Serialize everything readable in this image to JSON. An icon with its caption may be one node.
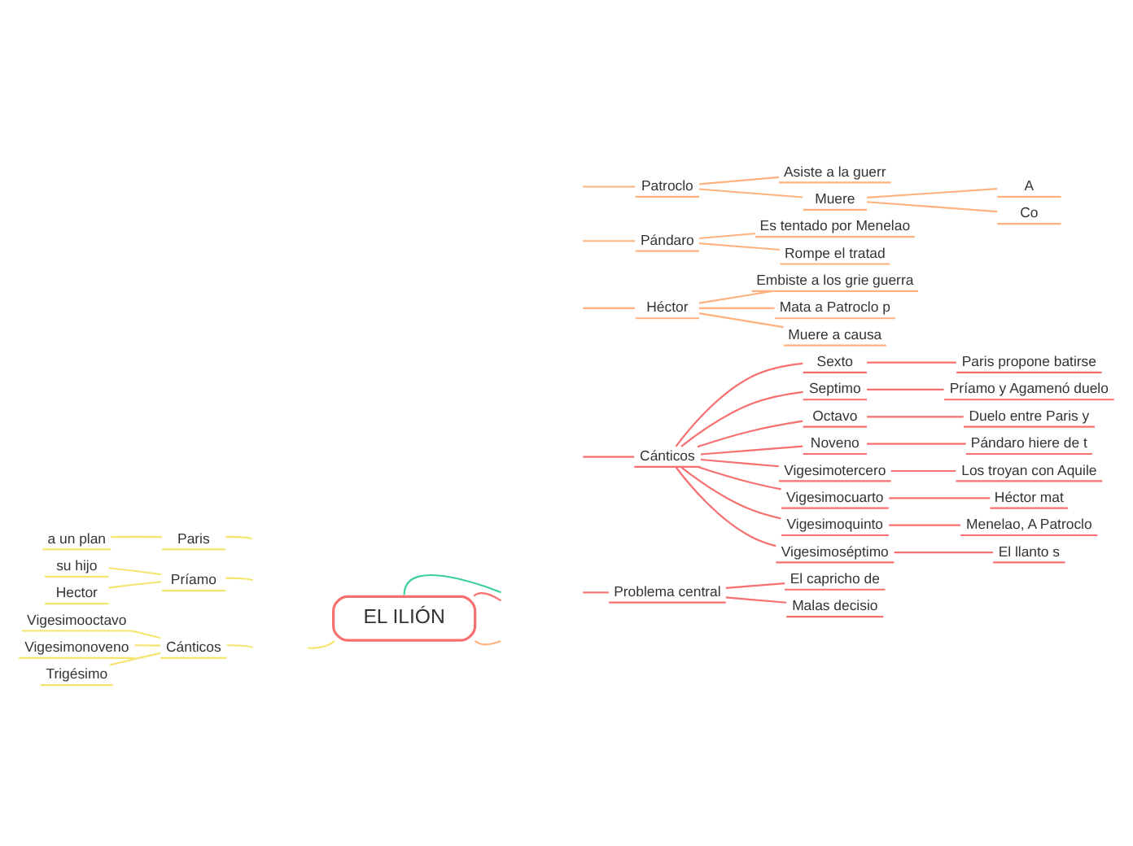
{
  "diagram": {
    "nodes": [
      {
        "text": [
          "EL ILIÓN"
        ]
      },
      {
        "text": [
          "Problema central"
        ]
      },
      {
        "text": [
          "El capricho de"
        ]
      },
      {
        "text": [
          "Malas decisio"
        ]
      },
      {
        "text": [
          "Cánticos"
        ]
      },
      {
        "text": [
          "Sexto"
        ]
      },
      {
        "text": [
          "Paris propone batirse"
        ]
      },
      {
        "text": [
          "Septimo"
        ]
      },
      {
        "text": [
          "Príamo y Agamenó duelo"
        ]
      },
      {
        "text": [
          "Octavo"
        ]
      },
      {
        "text": [
          "Duelo entre Paris y"
        ]
      },
      {
        "text": [
          "Noveno"
        ]
      },
      {
        "text": [
          "Pándaro hiere de t"
        ]
      },
      {
        "text": [
          "Vigesimotercero"
        ]
      },
      {
        "text": [
          "Los troyan con Aquile"
        ]
      },
      {
        "text": [
          "Vigesimocuarto"
        ]
      },
      {
        "text": [
          "Héctor mat"
        ]
      },
      {
        "text": [
          "Vigesimoquinto"
        ]
      },
      {
        "text": [
          "Menelao, A Patroclo"
        ]
      },
      {
        "text": [
          "Vigesimoséptimo"
        ]
      },
      {
        "text": [
          "El llanto s"
        ]
      },
      {
        "text": [
          "Héctor"
        ]
      },
      {
        "text": [
          "Embiste a los grie guerra"
        ]
      },
      {
        "text": [
          "Mata a Patroclo p"
        ]
      },
      {
        "text": [
          "Muere a causa"
        ]
      },
      {
        "text": [
          "Pándaro"
        ]
      },
      {
        "text": [
          "Es tentado por Menelao"
        ]
      },
      {
        "text": [
          "Rompe el tratad"
        ]
      },
      {
        "text": [
          "Patroclo"
        ]
      },
      {
        "text": [
          "Asiste a la guerr"
        ]
      },
      {
        "text": [
          "Muere"
        ]
      },
      {
        "text": [
          "A"
        ]
      },
      {
        "text": [
          "Co"
        ]
      },
      {
        "text": [
          "Cánticos"
        ]
      },
      {
        "text": [
          "Vigesimooctavo"
        ]
      },
      {
        "text": [
          "Vigesimonoveno"
        ]
      },
      {
        "text": [
          "Trigésimo"
        ]
      },
      {
        "text": [
          "Príamo"
        ]
      },
      {
        "text": [
          "su hijo"
        ]
      },
      {
        "text": [
          "Hector"
        ]
      },
      {
        "text": [
          "Paris"
        ]
      },
      {
        "text": [
          "a un plan"
        ]
      }
    ],
    "edges": [
      {
        "from": 0,
        "to": null,
        "arrow": "none",
        "color": "#3ccf9b"
      },
      {
        "from": 0,
        "to": null,
        "arrow": "none"
      },
      {
        "from": 0,
        "to": null,
        "arrow": "none",
        "color": "#f5e46e"
      },
      {
        "from": 0,
        "to": null,
        "arrow": "none",
        "color": "#ffb27d"
      },
      {
        "from": null,
        "to": 1,
        "arrow": "none"
      },
      {
        "from": 1,
        "to": 2,
        "arrow": "none"
      },
      {
        "from": 1,
        "to": 3,
        "arrow": "none"
      },
      {
        "from": null,
        "to": 4,
        "arrow": "none"
      },
      {
        "from": 4,
        "to": 5,
        "arrow": "none"
      },
      {
        "from": 5,
        "to": 6,
        "arrow": "none"
      },
      {
        "from": 4,
        "to": 7,
        "arrow": "none"
      },
      {
        "from": 7,
        "to": 8,
        "arrow": "none"
      },
      {
        "from": 4,
        "to": 9,
        "arrow": "none"
      },
      {
        "from": 9,
        "to": 10,
        "arrow": "none"
      },
      {
        "from": 4,
        "to": 11,
        "arrow": "none"
      },
      {
        "from": 11,
        "to": 12,
        "arrow": "none"
      },
      {
        "from": 4,
        "to": 13,
        "arrow": "none"
      },
      {
        "from": 13,
        "to": 14,
        "arrow": "none"
      },
      {
        "from": 4,
        "to": 15,
        "arrow": "none"
      },
      {
        "from": 15,
        "to": 16,
        "arrow": "none"
      },
      {
        "from": 4,
        "to": 17,
        "arrow": "none"
      },
      {
        "from": 17,
        "to": 18,
        "arrow": "none"
      },
      {
        "from": 4,
        "to": 19,
        "arrow": "none"
      },
      {
        "from": 19,
        "to": 20,
        "arrow": "none"
      },
      {
        "from": null,
        "to": 21,
        "arrow": "none",
        "color": "#ffb27d"
      },
      {
        "from": 21,
        "to": 22,
        "arrow": "none",
        "color": "#ffb27d"
      },
      {
        "from": 21,
        "to": 23,
        "arrow": "none",
        "color": "#ffb27d"
      },
      {
        "from": 21,
        "to": 24,
        "arrow": "none",
        "color": "#ffb27d"
      },
      {
        "from": null,
        "to": 25,
        "arrow": "none",
        "color": "#ffb27d"
      },
      {
        "from": 25,
        "to": 26,
        "arrow": "none",
        "color": "#ffb27d"
      },
      {
        "from": 25,
        "to": 27,
        "arrow": "none",
        "color": "#ffb27d"
      },
      {
        "from": null,
        "to": 28,
        "arrow": "none",
        "color": "#ffb27d"
      },
      {
        "from": 28,
        "to": 29,
        "arrow": "none",
        "color": "#ffb27d"
      },
      {
        "from": 28,
        "to": 30,
        "arrow": "none",
        "color": "#ffb27d"
      },
      {
        "from": 30,
        "to": 31,
        "arrow": "none",
        "color": "#ffb27d"
      },
      {
        "from": 30,
        "to": 32,
        "arrow": "none",
        "color": "#ffb27d"
      },
      {
        "from": null,
        "to": 33,
        "arrow": "none",
        "color": "#f5e46e"
      },
      {
        "from": 33,
        "to": 34,
        "arrow": "none",
        "color": "#f5e46e"
      },
      {
        "from": 33,
        "to": 35,
        "arrow": "none",
        "color": "#f5e46e"
      },
      {
        "from": 33,
        "to": 36,
        "arrow": "none",
        "color": "#f5e46e"
      },
      {
        "from": null,
        "to": 37,
        "arrow": "none",
        "color": "#f5e46e"
      },
      {
        "from": 37,
        "to": 38,
        "arrow": "none",
        "color": "#f5e46e"
      },
      {
        "from": 37,
        "to": 39,
        "arrow": "none",
        "color": "#f5e46e"
      },
      {
        "from": null,
        "to": 40,
        "arrow": "none",
        "color": "#f5e46e"
      },
      {
        "from": 40,
        "to": 41,
        "arrow": "none",
        "color": "#f5e46e"
      }
    ]
  }
}
